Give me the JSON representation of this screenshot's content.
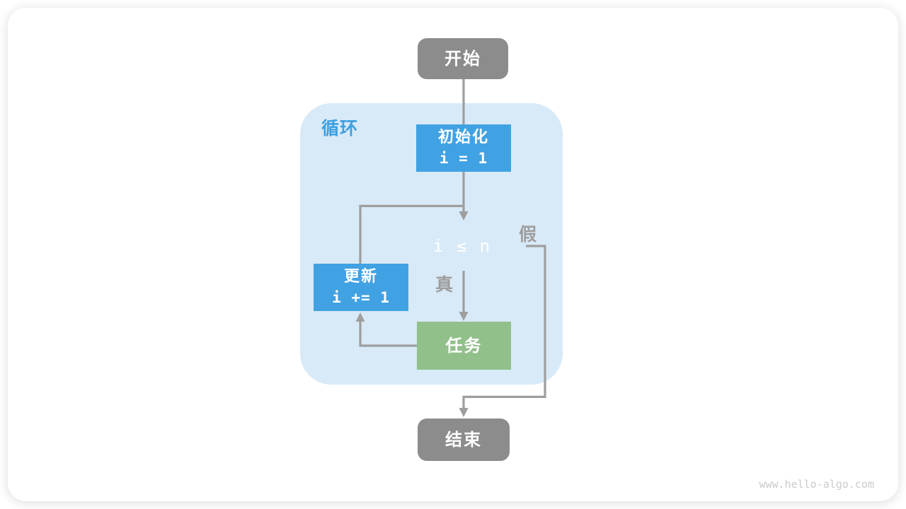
{
  "watermark": "www.hello-algo.com",
  "flowchart": {
    "loop_label": "循环",
    "nodes": {
      "start": {
        "label": "开始"
      },
      "init": {
        "title": "初始化",
        "code": "i = 1"
      },
      "condition": {
        "code": "i ≤ n"
      },
      "update": {
        "title": "更新",
        "code": "i += 1"
      },
      "task": {
        "label": "任务"
      },
      "end": {
        "label": "结束"
      }
    },
    "edge_labels": {
      "true_branch": "真",
      "false_branch": "假"
    },
    "colors": {
      "terminal_fill": "#8c8c8c",
      "process_fill": "#41a2e3",
      "task_fill": "#91c08a",
      "loop_bg": "#d8eaf8",
      "loop_label": "#3d9fe0",
      "line": "#9e9e9e",
      "edge_label": "#9e9e9e",
      "node_text": "#ffffff",
      "watermark": "#cbcbcb"
    }
  }
}
